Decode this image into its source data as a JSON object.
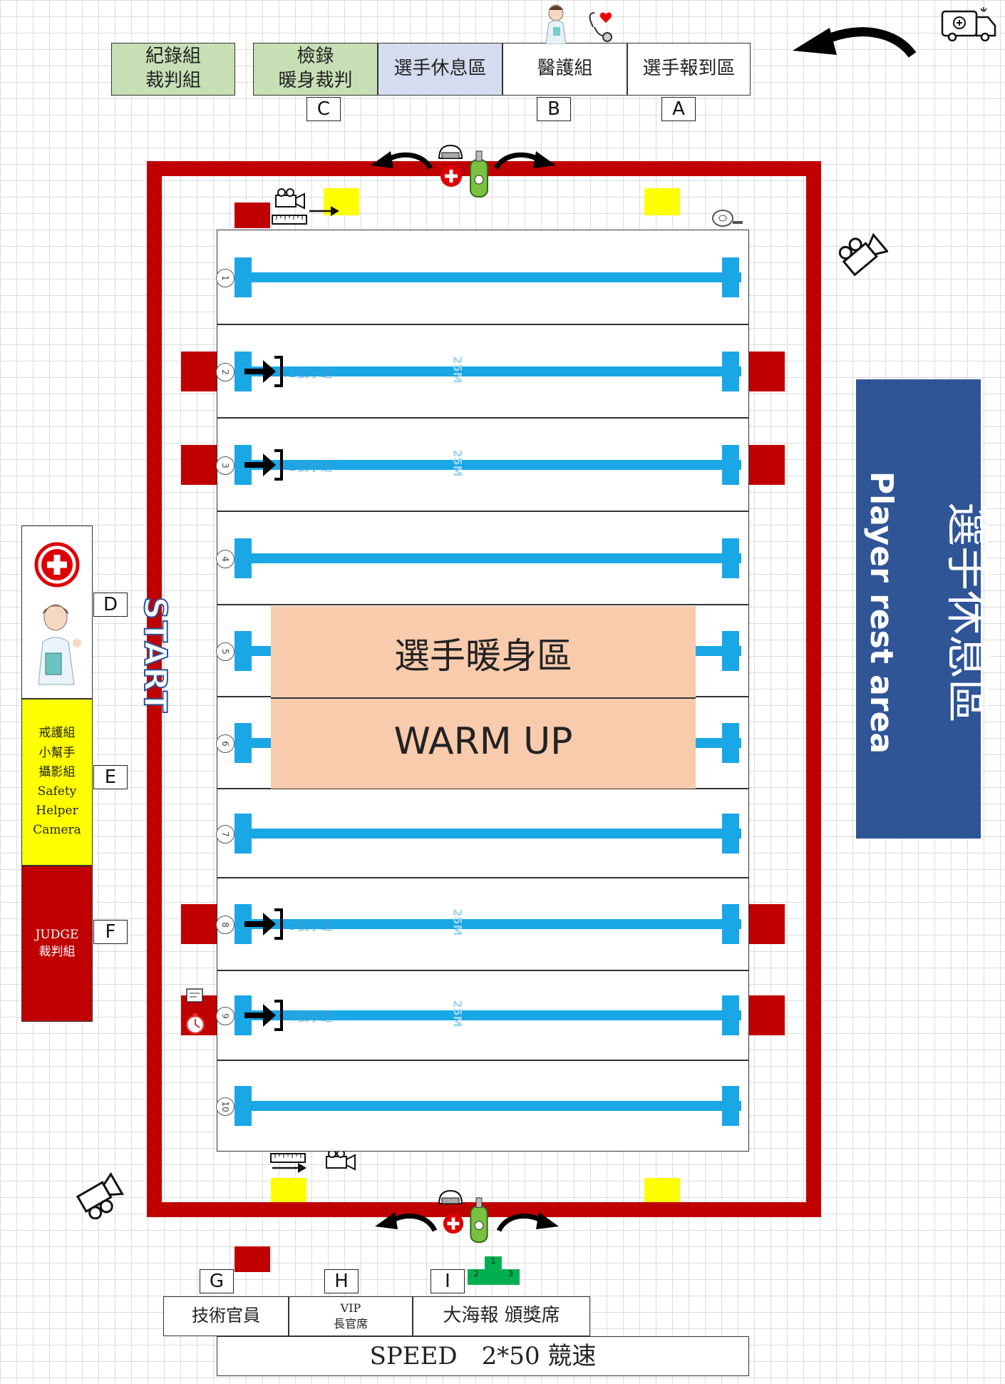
{
  "top_areas": {
    "record_judge": "紀錄組\n裁判組",
    "check_warmup_judge": "檢錄\n暖身裁判",
    "player_rest": "選手休息區",
    "medical": "醫護組",
    "player_checkin": "選手報到區",
    "letter_c": "C",
    "letter_b": "B",
    "letter_a": "A"
  },
  "left_areas": {
    "letter_d": "D",
    "safety_text": "戒護組\n小幫手\n攝影組\nSafety\nHelper\nCamera",
    "letter_e": "E",
    "judge_text": "JUDGE\n裁判組",
    "letter_f": "F"
  },
  "start_label": "START",
  "rest_area": {
    "zh": "選手休息區",
    "en": "Player rest area"
  },
  "warmup": {
    "zh": "選手暖身區",
    "en": "WARM UP"
  },
  "lanes": [
    {
      "num": "1"
    },
    {
      "num": "2",
      "label": "1號水道",
      "dist": "25M"
    },
    {
      "num": "3",
      "label": "2號水道",
      "dist": "25M"
    },
    {
      "num": "4"
    },
    {
      "num": "5"
    },
    {
      "num": "6"
    },
    {
      "num": "7"
    },
    {
      "num": "8",
      "label": "3號水道",
      "dist": "25M"
    },
    {
      "num": "9",
      "label": "4號水道",
      "dist": "25M"
    },
    {
      "num": "10"
    }
  ],
  "bottom_areas": {
    "letter_g": "G",
    "letter_h": "H",
    "letter_i": "I",
    "tech_official": "技術官員",
    "vip": "VIP\n長官席",
    "poster_award": "大海報 頒獎席",
    "speed_title": "SPEED　2*50 競速",
    "podium_1": "1",
    "podium_2": "2",
    "podium_3": "3"
  },
  "colors": {
    "red": "#c00000",
    "lane_blue": "#1aa7e6",
    "rest_blue": "#2f5597",
    "warmup_peach": "#f8cbad",
    "safety_yellow": "#ffff00",
    "podium_green": "#00b050"
  },
  "icons": [
    "ambulance-icon",
    "curved-arrow-icon",
    "nurse-icon",
    "stethoscope-icon",
    "video-camera-icon",
    "measuring-tape-icon",
    "tape-measure-icon",
    "oxygen-tank-icon",
    "first-aid-icon",
    "medical-cross-icon",
    "timer-icon"
  ]
}
